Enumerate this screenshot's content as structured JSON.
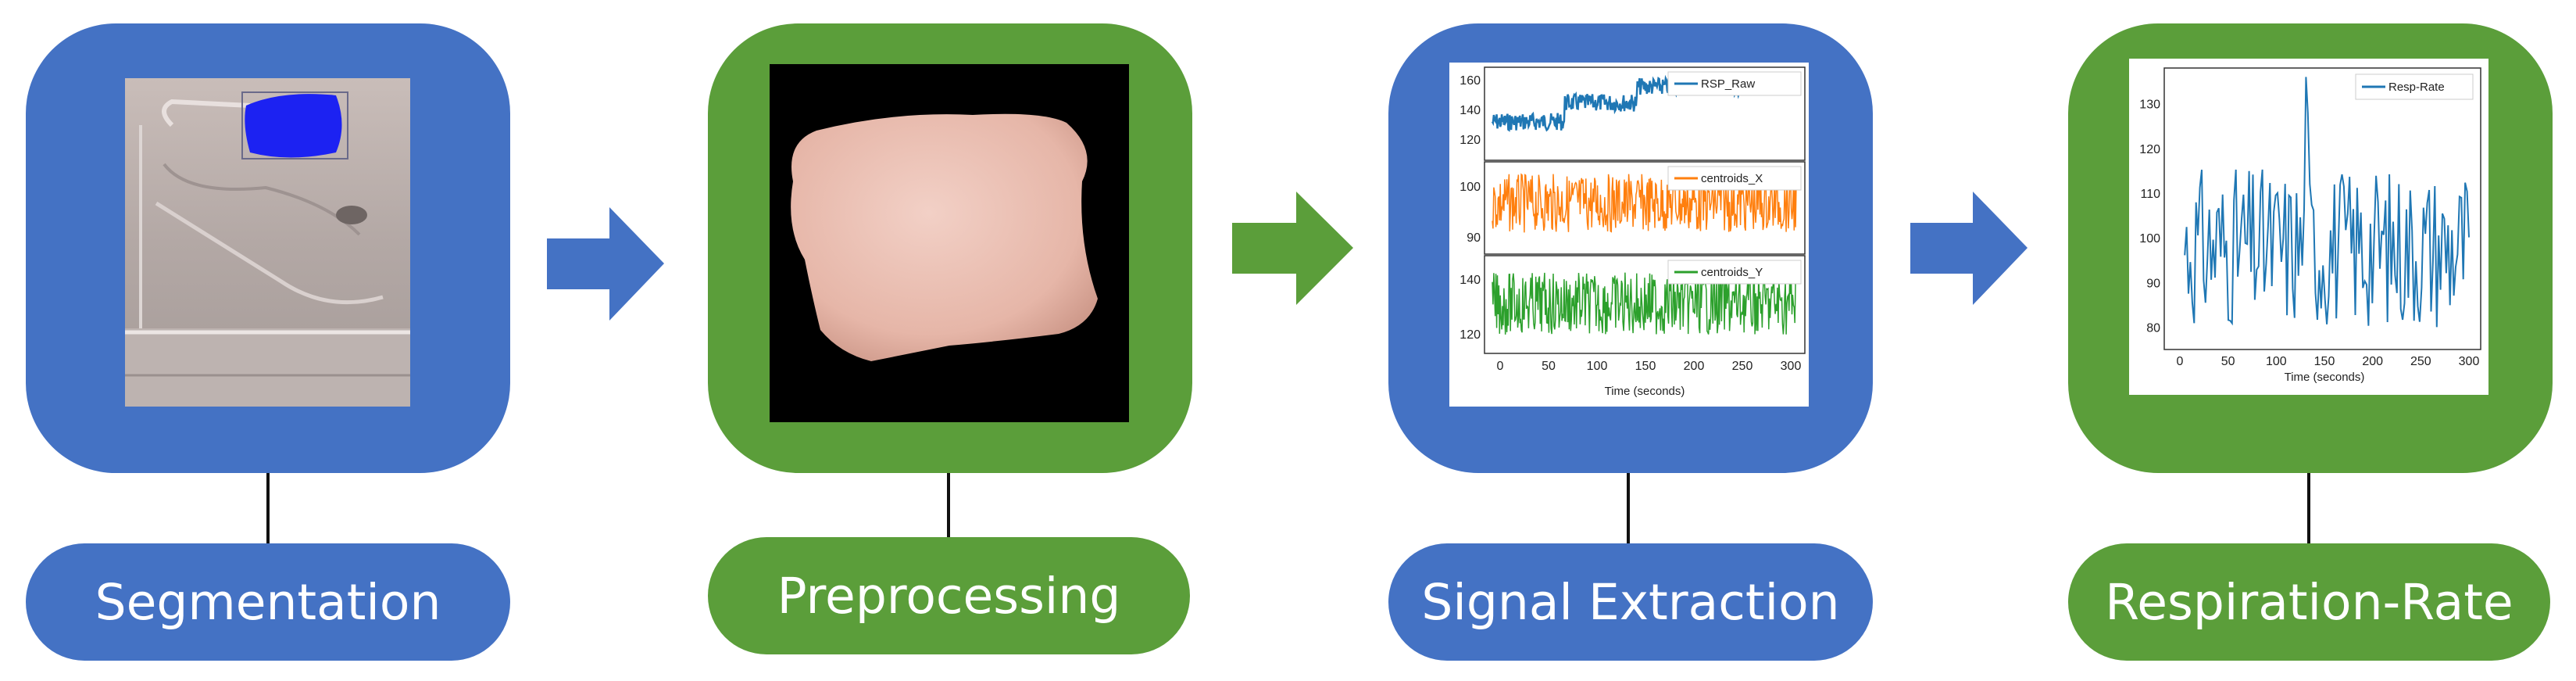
{
  "stages": [
    {
      "label": "Segmentation",
      "color": "#4472C4"
    },
    {
      "label": "Preprocessing",
      "color": "#5B9E3A"
    },
    {
      "label": "Signal Extraction",
      "color": "#4472C4"
    },
    {
      "label": "Respiration-Rate",
      "color": "#5B9E3A"
    }
  ],
  "arrows": [
    "#4472C4",
    "#5B9E3A",
    "#4472C4"
  ],
  "chart_data": [
    {
      "type": "line",
      "panels": [
        {
          "series": "RSP_Raw",
          "color": "#1f77b4",
          "yticks": [
            "160",
            "140",
            "120"
          ]
        },
        {
          "series": "centroids_X",
          "color": "#ff7f0e",
          "yticks": [
            "100",
            "90"
          ]
        },
        {
          "series": "centroids_Y",
          "color": "#2ca02c",
          "yticks": [
            "140",
            "120"
          ]
        }
      ],
      "xticks": [
        "0",
        "50",
        "100",
        "150",
        "200",
        "250",
        "300"
      ],
      "xlabel": "Time (seconds)"
    },
    {
      "type": "line",
      "series": [
        {
          "name": "Resp-Rate",
          "color": "#1f77b4"
        }
      ],
      "xticks": [
        "0",
        "50",
        "100",
        "150",
        "200",
        "250",
        "300"
      ],
      "yticks": [
        "130",
        "120",
        "110",
        "100",
        "90",
        "80"
      ],
      "xlabel": "Time (seconds)",
      "xlim": [
        0,
        300
      ],
      "ylim": [
        75,
        138
      ]
    }
  ]
}
